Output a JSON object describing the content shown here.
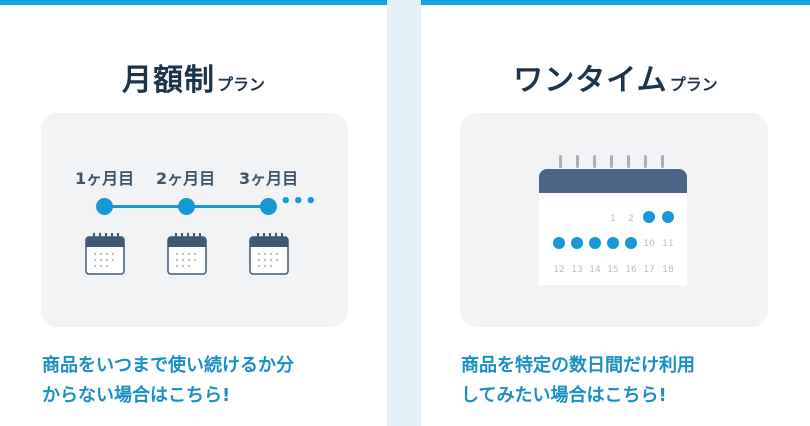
{
  "monthly": {
    "title_main": "月額制",
    "title_sub": "プラン",
    "months": [
      "1ヶ月目",
      "2ヶ月目",
      "3ヶ月目"
    ],
    "ellipsis": "•••",
    "description_line1": "商品をいつまで使い続けるか分",
    "description_line2": "からない場合はこちら!"
  },
  "onetime": {
    "title_main": "ワンタイム",
    "title_sub": "プラン",
    "calendar_row1": [
      "1",
      "2"
    ],
    "calendar_row2": [
      "10",
      "11"
    ],
    "calendar_row3": [
      "12",
      "13",
      "14",
      "15",
      "16",
      "17",
      "18"
    ],
    "description_line1": "商品を特定の数日間だけ利用",
    "description_line2": "してみたい場合はこちら!"
  },
  "colors": {
    "accent": "#14a2d8",
    "title": "#1c3349",
    "description": "#1a8fc4",
    "calendar_header": "#4a6585"
  }
}
